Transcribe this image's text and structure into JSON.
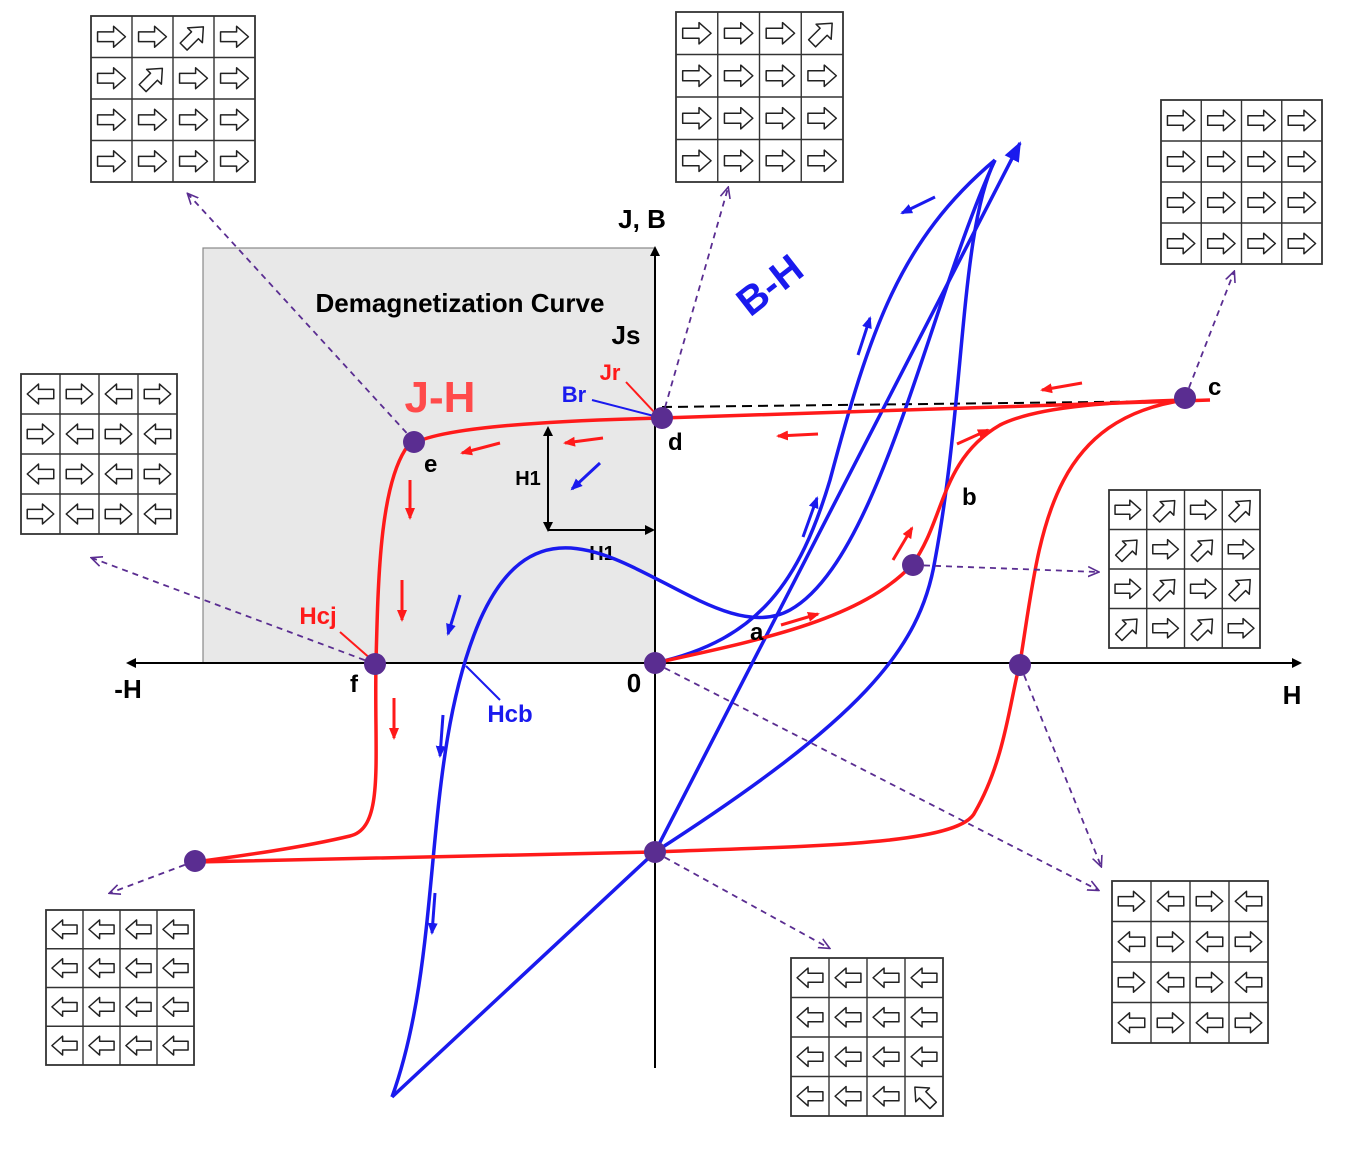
{
  "labels": {
    "axis_y": "J, B",
    "axis_x_pos": "H",
    "axis_x_neg": "-H",
    "origin": "0",
    "demag_title": "Demagnetization Curve",
    "jh": "J-H",
    "bh": "B-H",
    "js": "Js",
    "jr": "Jr",
    "br": "Br",
    "hcj": "Hcj",
    "hcb": "Hcb",
    "h1_vertical": "H1",
    "h1_horizontal": "H1",
    "point_a": "a",
    "point_b": "b",
    "point_c": "c",
    "point_d": "d",
    "point_e": "e",
    "point_f": "f"
  },
  "colors": {
    "jh_curve": "#ff1a1a",
    "bh_curve": "#1a1aee",
    "point": "#5a2d91",
    "leader": "#5a2d91",
    "demag_box": "#e8e8e8",
    "axis": "#000000"
  },
  "domain_grids": [
    {
      "name": "grid-top-left",
      "arrows": [
        "R",
        "R",
        "UR",
        "R",
        "R",
        "UR",
        "R",
        "R",
        "R",
        "R",
        "R",
        "R",
        "R",
        "R",
        "R",
        "R"
      ]
    },
    {
      "name": "grid-top-center",
      "arrows": [
        "R",
        "R",
        "R",
        "UR",
        "R",
        "R",
        "R",
        "R",
        "R",
        "R",
        "R",
        "R",
        "R",
        "R",
        "R",
        "R"
      ]
    },
    {
      "name": "grid-top-right",
      "arrows": [
        "R",
        "R",
        "R",
        "R",
        "R",
        "R",
        "R",
        "R",
        "R",
        "R",
        "R",
        "R",
        "R",
        "R",
        "R",
        "R"
      ]
    },
    {
      "name": "grid-mid-left",
      "arrows": [
        "L",
        "R",
        "L",
        "R",
        "R",
        "L",
        "R",
        "L",
        "L",
        "R",
        "L",
        "R",
        "R",
        "L",
        "R",
        "L"
      ]
    },
    {
      "name": "grid-mid-right",
      "arrows": [
        "R",
        "UR",
        "R",
        "UR",
        "UR",
        "R",
        "UR",
        "R",
        "R",
        "UR",
        "R",
        "UR",
        "UR",
        "R",
        "UR",
        "R"
      ]
    },
    {
      "name": "grid-bottom-left",
      "arrows": [
        "L",
        "L",
        "L",
        "L",
        "L",
        "L",
        "L",
        "L",
        "L",
        "L",
        "L",
        "L",
        "L",
        "L",
        "L",
        "L"
      ]
    },
    {
      "name": "grid-bottom-center",
      "arrows": [
        "L",
        "L",
        "L",
        "L",
        "L",
        "L",
        "L",
        "L",
        "L",
        "L",
        "L",
        "L",
        "L",
        "L",
        "L",
        "UL"
      ]
    },
    {
      "name": "grid-bottom-right",
      "arrows": [
        "R",
        "L",
        "R",
        "L",
        "L",
        "R",
        "L",
        "R",
        "R",
        "L",
        "R",
        "L",
        "L",
        "R",
        "L",
        "R"
      ]
    }
  ]
}
